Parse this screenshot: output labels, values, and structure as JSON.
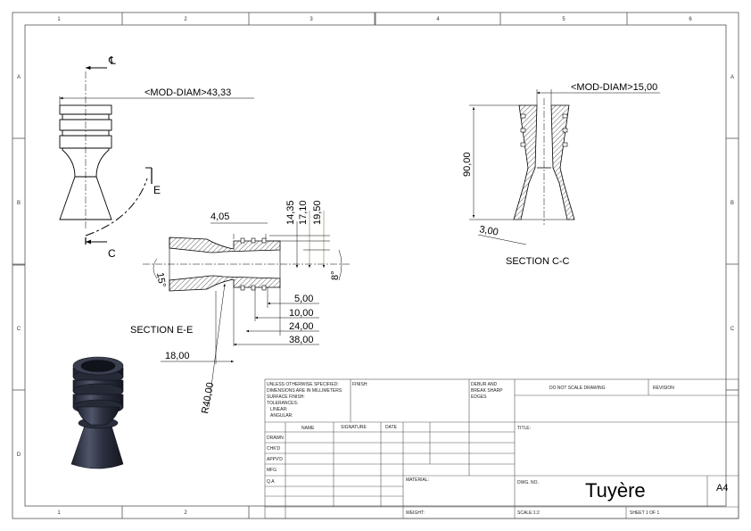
{
  "border": {
    "columns": [
      "1",
      "2",
      "3",
      "4",
      "5",
      "6"
    ],
    "rows": [
      "A",
      "B",
      "C",
      "D"
    ]
  },
  "views": {
    "centerline_symbol": "℄",
    "section_e_cut_label": "E",
    "section_c_cut_label": "C",
    "section_e_title": "SECTION E-E",
    "section_c_title": "SECTION C-C"
  },
  "dimensions": {
    "outer_diam": "<MOD-DIAM>43,33",
    "throat_diam": "<MOD-DIAM>15,00",
    "height": "90,00",
    "wall": "3,00",
    "groove_width": "4,05",
    "d1435": "14,35",
    "d1710": "17,10",
    "d1950": "19,50",
    "angle_exit": "15°",
    "angle_inlet": "8°",
    "d500": "5,00",
    "d1000": "10,00",
    "d2400": "24,00",
    "d3800": "38,00",
    "d1800": "18,00",
    "radius": "R40,00"
  },
  "title_block": {
    "general_notes": [
      "UNLESS OTHERWISE SPECIFIED:",
      "DIMENSIONS ARE IN MILLIMETERS",
      "SURFACE FINISH:",
      "TOLERANCES:",
      "LINEAR:",
      "ANGULAR:"
    ],
    "finish_label": "FINISH:",
    "deburr": [
      "DEBUR AND",
      "BREAK SHARP",
      "EDGES"
    ],
    "do_not_scale": "DO NOT SCALE DRAWING",
    "revision_label": "REVISION",
    "col_headers": [
      "NAME",
      "SIGNATURE",
      "DATE"
    ],
    "row_labels": [
      "DRAWN",
      "CHK'D",
      "APPV'D",
      "MFG",
      "Q.A"
    ],
    "title_label": "TITLE:",
    "material_label": "MATERIAL:",
    "dwg_no_label": "DWG. NO.",
    "part_name": "Tuyère",
    "sheet_size": "A4",
    "weight_label": "WEIGHT:",
    "scale": "SCALE:1:2",
    "sheet": "SHEET 1 OF 1"
  }
}
